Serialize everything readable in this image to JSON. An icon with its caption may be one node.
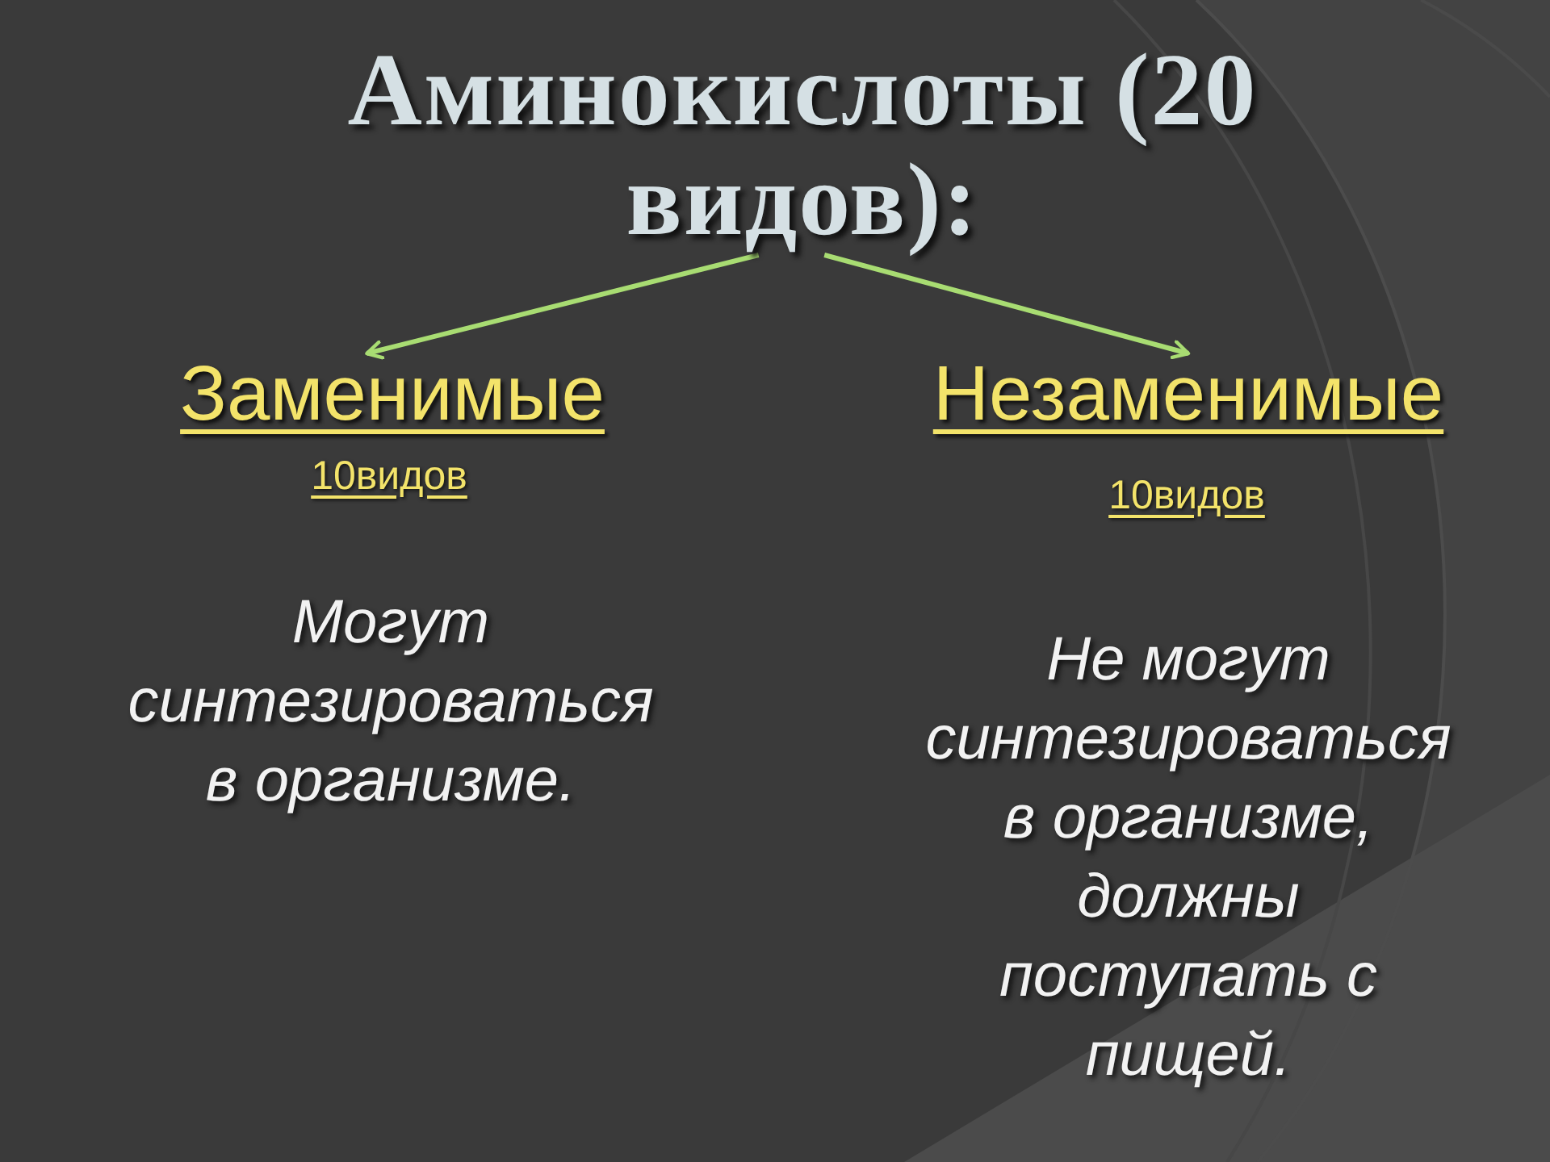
{
  "diagram": {
    "nodes": [
      {
        "text": [
          "Аминокислоты (20 видов):"
        ]
      },
      {
        "text": [
          "Заменимые"
        ],
        "beside": [
          "10видов",
          "Могут синтезироваться в организме."
        ]
      },
      {
        "text": [
          "Незаменимые"
        ],
        "beside": [
          "10видов",
          "Не могут синтезироваться в организме, должны поступать с пищей."
        ]
      }
    ],
    "edges": [
      {
        "from": 0,
        "to": 1,
        "arrow": "to"
      },
      {
        "from": 0,
        "to": 2,
        "arrow": "to"
      }
    ]
  }
}
